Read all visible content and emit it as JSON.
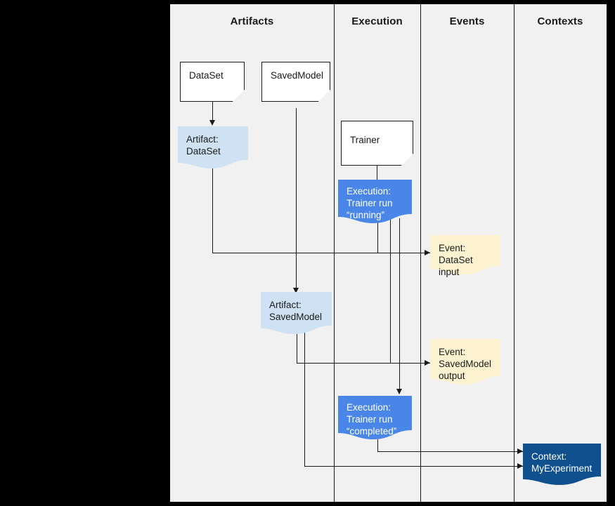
{
  "canvas": {
    "background": "#f1f1f1",
    "frame_color": "#000000"
  },
  "colors": {
    "artifact_fill": "#cfe2f3",
    "execution_fill": "#4a86e8",
    "event_fill": "#fdf2d0",
    "context_fill": "#10508f",
    "document_fill": "#ffffff",
    "line": "#1a1a1a",
    "text_dark": "#1a1a1a",
    "text_light": "#ffffff"
  },
  "lanes": [
    {
      "id": "artifacts",
      "title": "Artifacts"
    },
    {
      "id": "execution",
      "title": "Execution"
    },
    {
      "id": "events",
      "title": "Events"
    },
    {
      "id": "contexts",
      "title": "Contexts"
    }
  ],
  "nodes": {
    "dataset_type": {
      "label": "DataSet",
      "shape": "document",
      "lane": "artifacts"
    },
    "savedmodel_type": {
      "label": "SavedModel",
      "shape": "document",
      "lane": "artifacts"
    },
    "trainer_type": {
      "label": "Trainer",
      "shape": "document",
      "lane": "execution"
    },
    "artifact_dataset": {
      "label": "Artifact:\nDataSet",
      "shape": "wavy",
      "lane": "artifacts"
    },
    "artifact_savedmodel": {
      "label": "Artifact:\nSavedModel",
      "shape": "wavy",
      "lane": "artifacts"
    },
    "execution_running": {
      "label": "Execution:\nTrainer run\n“running”",
      "shape": "wavy",
      "lane": "execution"
    },
    "execution_completed": {
      "label": "Execution:\nTrainer run\n“completed”",
      "shape": "wavy",
      "lane": "execution"
    },
    "event_dataset_input": {
      "label": "Event:\nDataSet input",
      "shape": "wavy",
      "lane": "events"
    },
    "event_savedmodel_output": {
      "label": "Event:\nSavedModel\noutput",
      "shape": "wavy",
      "lane": "events"
    },
    "context_myexperiment": {
      "label": "Context:\nMyExperiment",
      "shape": "wavy",
      "lane": "contexts"
    }
  }
}
